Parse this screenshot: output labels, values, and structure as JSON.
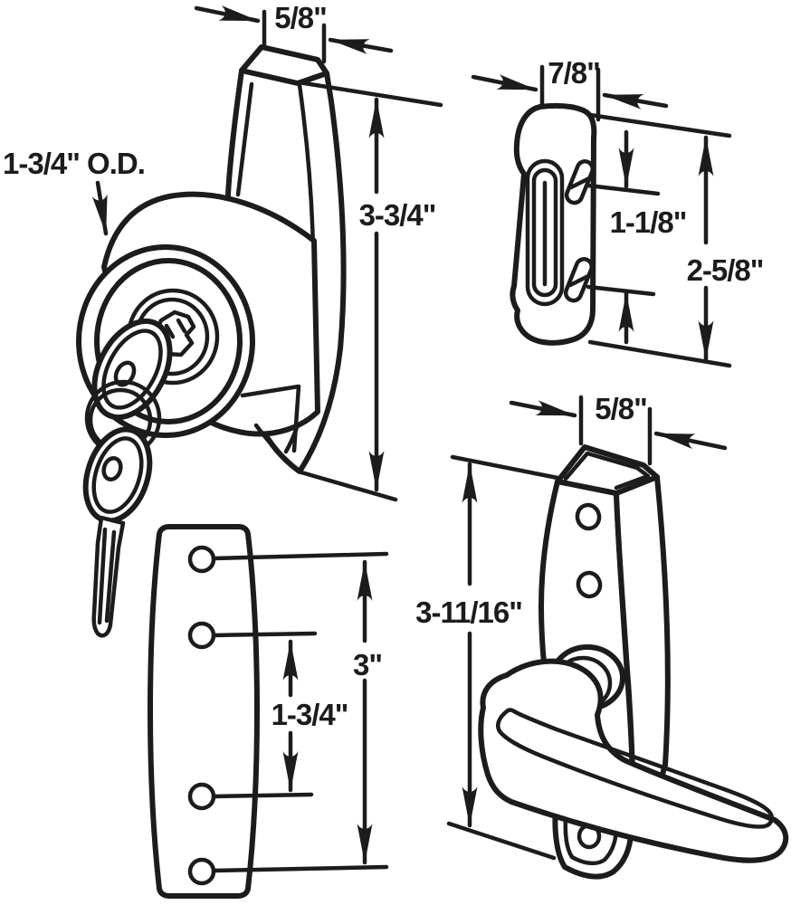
{
  "colors": {
    "background": "#ffffff",
    "ink": "#1c1c1c"
  },
  "figures": {
    "thumb_turn": {
      "name": "thumb-turn sash lock with key cylinder and keys",
      "width": "5/8\"",
      "outer_diameter": "1-3/4\" O.D.",
      "height": "3-3/4\""
    },
    "keeper": {
      "name": "keeper / strike plate with two slots",
      "width": "7/8\"",
      "slot_spacing": "1-1/8\"",
      "height": "2-5/8\""
    },
    "plate": {
      "name": "mounting back plate with four screw holes",
      "hole_span_outer": "3\"",
      "hole_span_inner": "1-3/4\""
    },
    "lever": {
      "name": "lever latch handle",
      "width": "5/8\"",
      "height": "3-11/16\""
    }
  }
}
